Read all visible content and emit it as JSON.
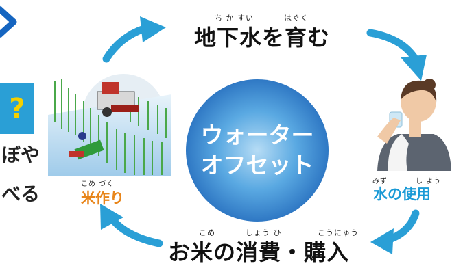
{
  "center": {
    "line1": "ウォーター",
    "line2": "オフセット"
  },
  "top_step": {
    "text": "地下水を育む",
    "ruby1": "ち か すい",
    "ruby2": "はぐく"
  },
  "right_step": {
    "text": "水の使用",
    "ruby1": "みず",
    "ruby2": "し よう"
  },
  "bottom_step": {
    "text": "お米の消費・購入",
    "ruby1": "こめ",
    "ruby2": "しょう ひ",
    "ruby3": "こうにゅう"
  },
  "left_step": {
    "text": "米作り",
    "ruby": "こめ づく"
  },
  "side_fragments": {
    "question": "?",
    "line1": "ぼや",
    "line2": "べる"
  },
  "colors": {
    "arrow": "#2a9fd6",
    "orange": "#e8851a",
    "blue_label": "#1a9ad6",
    "circle": "#2f8dd4"
  }
}
